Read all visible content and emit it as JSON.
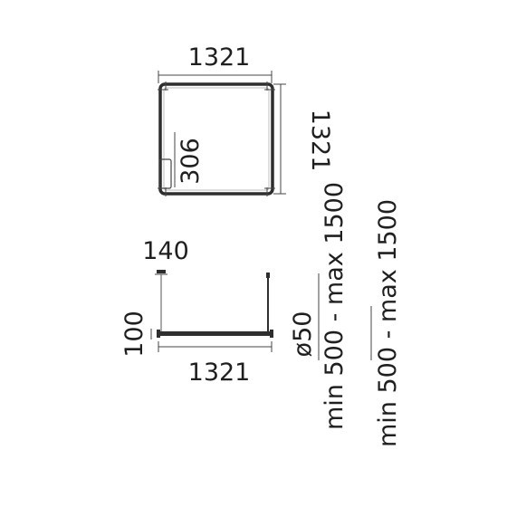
{
  "top_view": {
    "width_label": "1321",
    "height_label": "1321",
    "detail_label": "306"
  },
  "side_view": {
    "canopy_label": "140",
    "height_label": "100",
    "width_label": "1321",
    "diameter_label": "ø50"
  },
  "cable_ranges": {
    "first": "min 500 - max 1500",
    "second": "min 500 - max 1500"
  },
  "colors": {
    "line": "#2e2e2e",
    "text": "#1f1f1f",
    "background": "#ffffff"
  }
}
